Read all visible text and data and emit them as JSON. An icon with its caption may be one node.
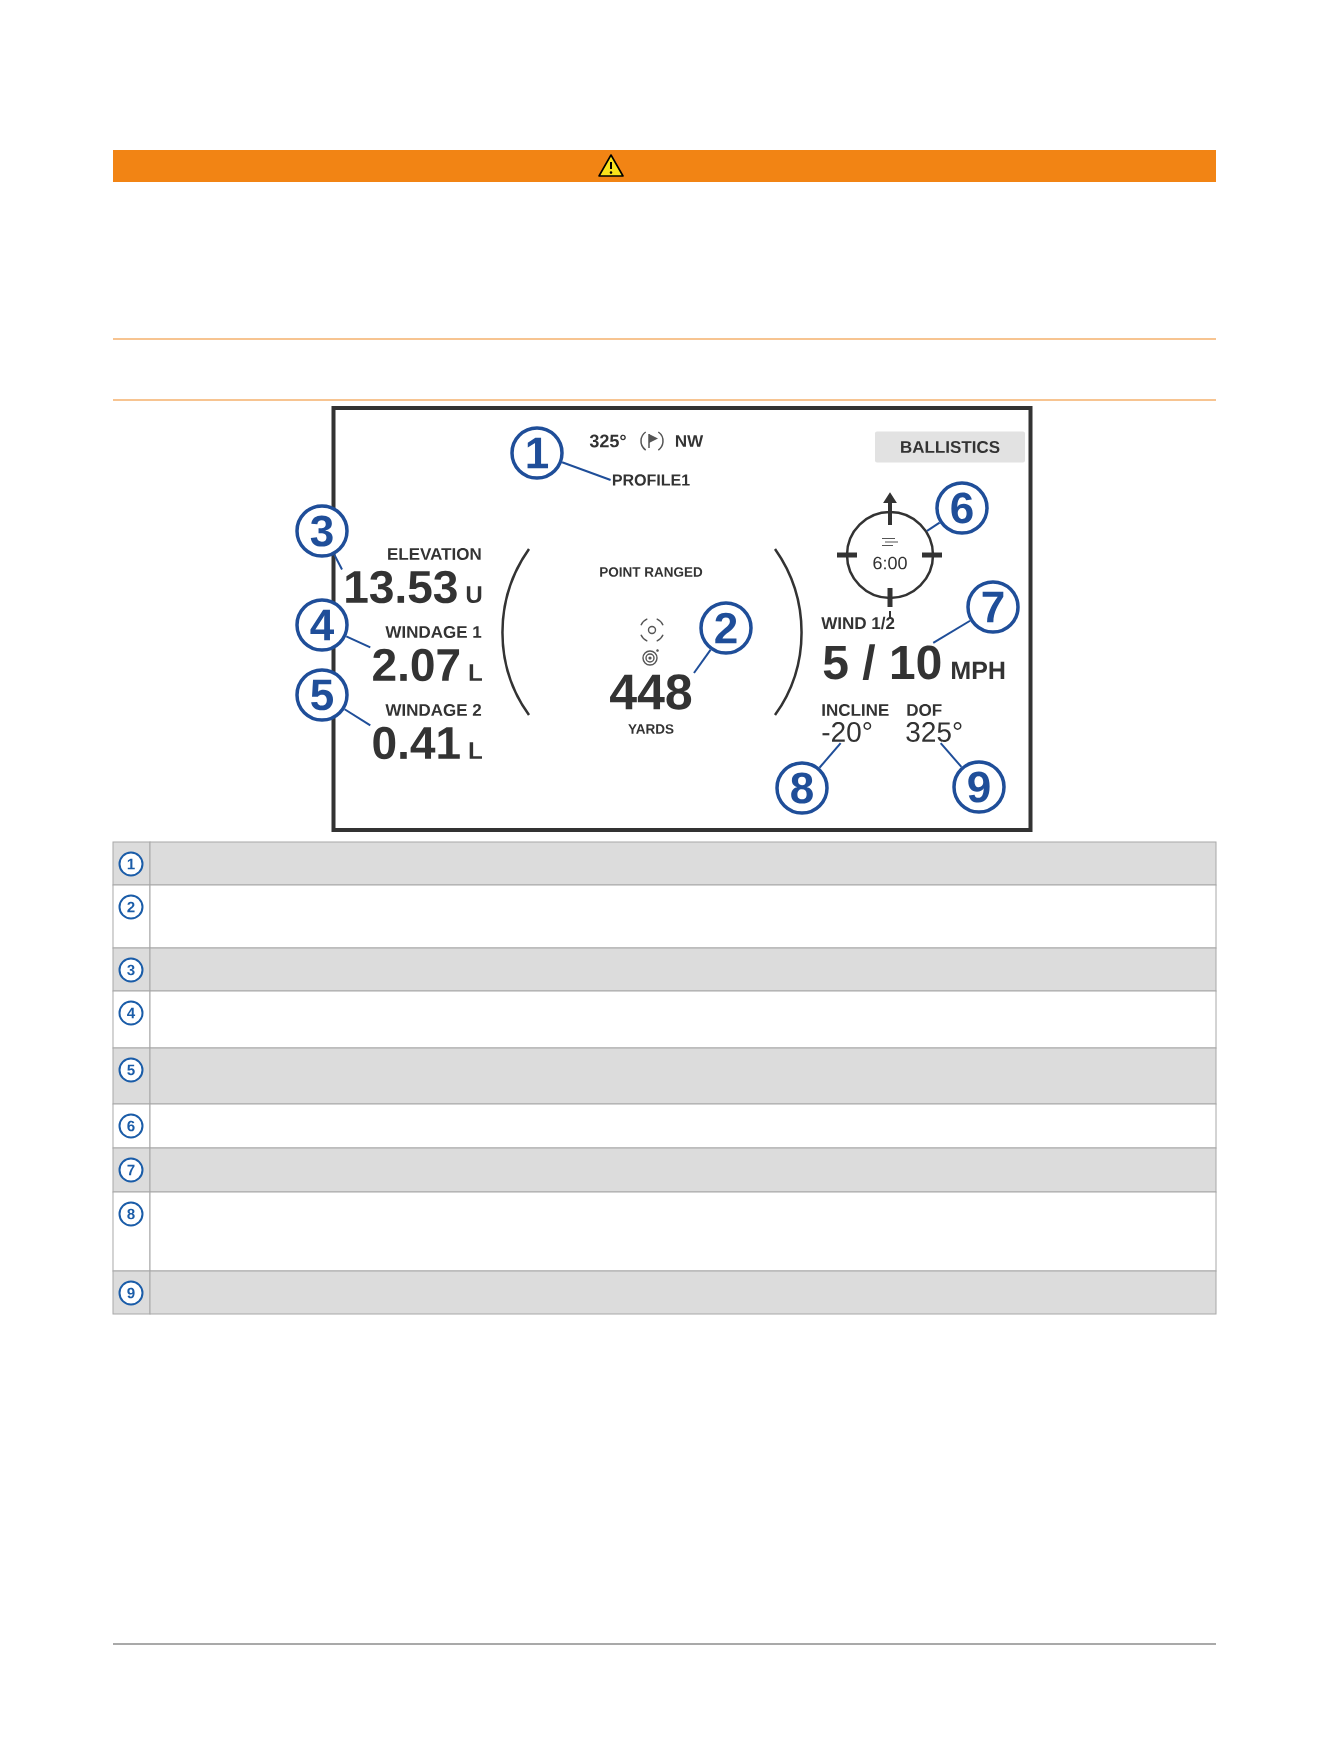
{
  "diagram": {
    "nodes": [
      {
        "text": [
          "325°",
          "NW",
          "ELEVATION",
          "WINDAGE 1",
          "POINT RANGED",
          "WINDAGE 2",
          "YARDS",
          "WIND 1/2",
          "INCLINE",
          "DOF"
        ]
      },
      {
        "text": [
          "BALLISTICS"
        ],
        "in": 0
      },
      {
        "text": [
          "PROFILE1"
        ],
        "in": 0
      },
      {
        "text": [
          "13.53",
          "U"
        ],
        "in": 0
      },
      {
        "text": [
          "2.07",
          "L"
        ],
        "in": 0
      },
      {
        "text": [
          "0.41",
          "L"
        ],
        "in": 0
      },
      {
        "text": [
          "448"
        ],
        "in": 0
      },
      {
        "text": [
          "6:00"
        ],
        "in": 0
      },
      {
        "text": [
          "5 / 10",
          "MPH"
        ],
        "in": 0
      },
      {
        "text": [
          "-20°"
        ],
        "in": 0
      },
      {
        "text": [
          "325°"
        ],
        "in": 0
      },
      {
        "text": [
          "1"
        ],
        "in": 0
      },
      {
        "text": [
          "2"
        ],
        "in": 0
      },
      {
        "text": [
          "3"
        ]
      },
      {
        "text": [
          "4"
        ]
      },
      {
        "text": [
          "5"
        ]
      },
      {
        "text": [
          "6"
        ],
        "in": 0
      },
      {
        "text": [
          "7"
        ],
        "in": 0
      },
      {
        "text": [
          "8"
        ],
        "in": 0
      },
      {
        "text": [
          "9"
        ],
        "in": 0
      }
    ],
    "edges": [
      {
        "from": 11,
        "to": 2,
        "arrow": "none"
      },
      {
        "from": 12,
        "to": 6,
        "arrow": "none"
      },
      {
        "from": 13,
        "to": 3,
        "arrow": "none"
      },
      {
        "from": 14,
        "to": 4,
        "arrow": "none"
      },
      {
        "from": 15,
        "to": 5,
        "arrow": "none"
      },
      {
        "from": 16,
        "to": 7,
        "arrow": "none"
      },
      {
        "from": 17,
        "to": 8,
        "arrow": "none"
      },
      {
        "from": 18,
        "to": 9,
        "arrow": "none"
      },
      {
        "from": 19,
        "to": 10,
        "arrow": "none"
      }
    ],
    "labels": [
      "1",
      "2",
      "3",
      "4",
      "5",
      "6",
      "7",
      "8",
      "9"
    ]
  }
}
